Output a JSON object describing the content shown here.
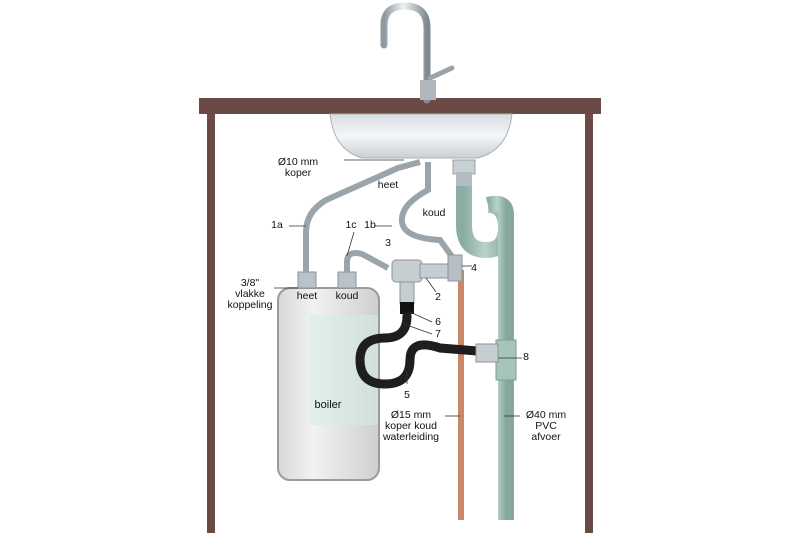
{
  "labels": {
    "copper_10mm": [
      "Ø10 mm",
      "koper"
    ],
    "heet_hose": "heet",
    "koud_hose": "koud",
    "n1a": "1a",
    "n1b": "1b",
    "n1c": "1c",
    "n2": "2",
    "n3": "3",
    "n4": "4",
    "n5": "5",
    "n6": "6",
    "n7": "7",
    "n8": "8",
    "coupling": [
      "3/8\"",
      "vlakke",
      "koppeling"
    ],
    "boiler_heet": "heet",
    "boiler_koud": "koud",
    "boiler": "boiler",
    "cold_water": [
      "Ø15 mm",
      "koper koud",
      "waterleiding"
    ],
    "pvc_drain": [
      "Ø40 mm",
      "PVC",
      "afvoer"
    ]
  },
  "colors": {
    "cabinet": "#6b4a45",
    "pvc": "#9fbfb4",
    "copper": "#c9876a",
    "hose_black": "#1e1e1e",
    "boiler_body": "#e9e9e9",
    "chrome": "#b8c2c8"
  }
}
